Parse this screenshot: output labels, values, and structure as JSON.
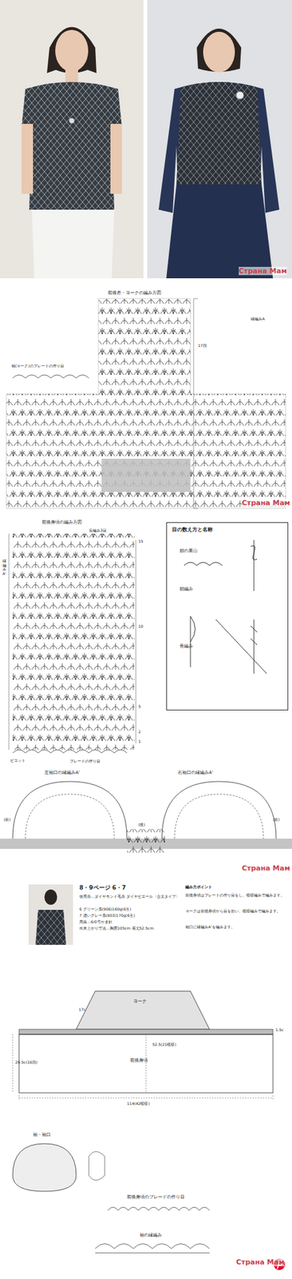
{
  "diagram": {
    "nodes": [
      {
        "text": [
          "目の数え方と名称",
          "鎖の裏山",
          "鎖編み",
          "長編み"
        ]
      }
    ],
    "labels": [
      "Страна Мам",
      "前後差・ヨークの編み方図",
      "袖(ヨーク)のブレードの作り目",
      "縁編みA",
      "17段",
      "Страна Мам",
      "前後身頃の編み方図",
      "長編み3目",
      "15",
      "10",
      "5",
      "2",
      "1",
      "縁編みA'",
      "ピコット",
      "ブレードの作り目",
      "左袖口の縁編みA'",
      "右袖口の縁編みA'",
      "(前)",
      "(後)",
      "(前)",
      "Страна Мам",
      "8・9ページ 6・7",
      "使用糸…ダイヤモンド毛糸 ダイヤピエール〈合太タイプ〉",
      "6 グリーン系(906)160g(6玉)",
      "7 濃いグレー系(903)170g(6玉)",
      "用具…6/0号かぎ針",
      "出来上がり寸法…胸囲105cm 着丈52.5cm",
      "編み方ポイント",
      "前後身頃はブレードの作り目をし、模様編みで編みます。",
      "ヨークは前後身頃から目を拾い、模様編みで編みます。",
      "袖口に縁編みA'を編みます。",
      "ヨーク",
      "17c",
      "前後身頃",
      "52.5(21模様)",
      "114(42模様)",
      "29.5c(16段)",
      "1.5c",
      "袖・袖口",
      "前後身頃のブレードの作り目",
      "袖の縁編み",
      "Страна Мам"
    ]
  }
}
